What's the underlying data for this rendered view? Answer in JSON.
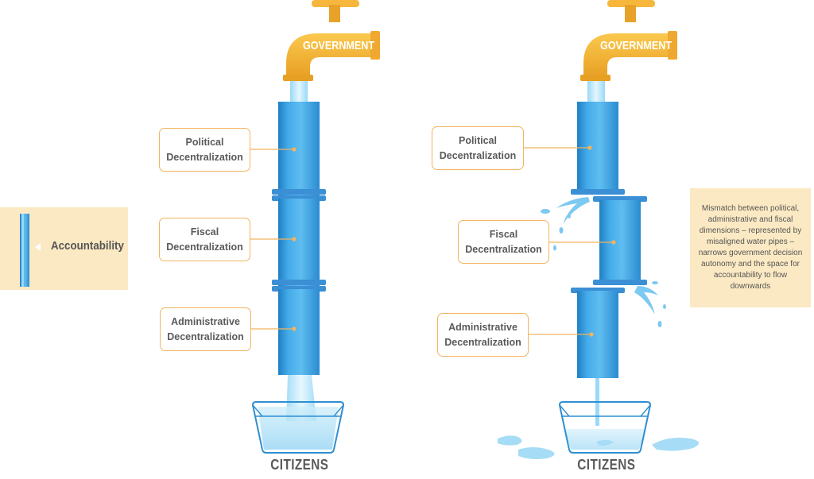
{
  "tap_label": "GOVERNMENT",
  "bottom_label": "CITIZENS",
  "legend": {
    "label": "Accountability"
  },
  "left_panel": {
    "labels": [
      "Political Decentralization",
      "Fiscal Decentralization",
      "Administrative Decentralization"
    ],
    "label_lines": [
      [
        "Political",
        "Decentralization"
      ],
      [
        "Fiscal",
        "Decentralization"
      ],
      [
        "Administrative",
        "Decentralization"
      ]
    ]
  },
  "right_panel": {
    "label_lines": [
      [
        "Political",
        "Decentralization"
      ],
      [
        "Fiscal",
        "Decentralization"
      ],
      [
        "Administrative",
        "Decentralization"
      ]
    ]
  },
  "note": "Mismatch between political, administrative and fiscal dimensions – represented by misaligned water pipes – narrows government decision autonomy and the space for accountability to flow downwards",
  "colors": {
    "pipe": "#3fa5e6",
    "pipe_light": "#8fd0f5",
    "pipe_dark": "#1f7fc4",
    "flange": "#2f6aa6",
    "tap": "#f6b73c",
    "tap_dark": "#d9901a",
    "label_border": "#f3b35f",
    "panel_bg": "#fbe9c3",
    "water": "#bfe6f8"
  }
}
